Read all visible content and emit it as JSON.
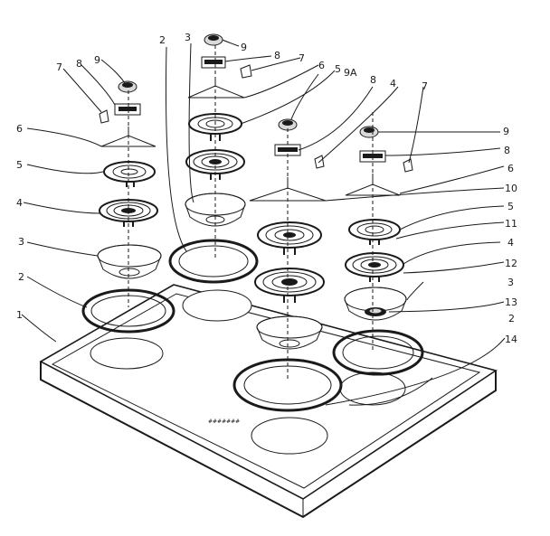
{
  "callouts": [
    {
      "id": "c1",
      "text": "1"
    },
    {
      "id": "c2a",
      "text": "2"
    },
    {
      "id": "c2b",
      "text": "2"
    },
    {
      "id": "c2c",
      "text": "2"
    },
    {
      "id": "c3a",
      "text": "3"
    },
    {
      "id": "c3b",
      "text": "3"
    },
    {
      "id": "c3c",
      "text": "3"
    },
    {
      "id": "c4a",
      "text": "4"
    },
    {
      "id": "c4b",
      "text": "4"
    },
    {
      "id": "c4c",
      "text": "4"
    },
    {
      "id": "c5a",
      "text": "5"
    },
    {
      "id": "c5b",
      "text": "5"
    },
    {
      "id": "c5c",
      "text": "5"
    },
    {
      "id": "c6a",
      "text": "6"
    },
    {
      "id": "c6b",
      "text": "6"
    },
    {
      "id": "c6c",
      "text": "6"
    },
    {
      "id": "c7a",
      "text": "7"
    },
    {
      "id": "c7b",
      "text": "7"
    },
    {
      "id": "c7c",
      "text": "7"
    },
    {
      "id": "c8a",
      "text": "8"
    },
    {
      "id": "c8b",
      "text": "8"
    },
    {
      "id": "c8c",
      "text": "8"
    },
    {
      "id": "c8d",
      "text": "8"
    },
    {
      "id": "c9a",
      "text": "9"
    },
    {
      "id": "c9b",
      "text": "9"
    },
    {
      "id": "c9c",
      "text": "9"
    },
    {
      "id": "c9A",
      "text": "9A"
    },
    {
      "id": "c10",
      "text": "10"
    },
    {
      "id": "c11",
      "text": "11"
    },
    {
      "id": "c12",
      "text": "12"
    },
    {
      "id": "c13",
      "text": "13"
    },
    {
      "id": "c14",
      "text": "14"
    }
  ]
}
